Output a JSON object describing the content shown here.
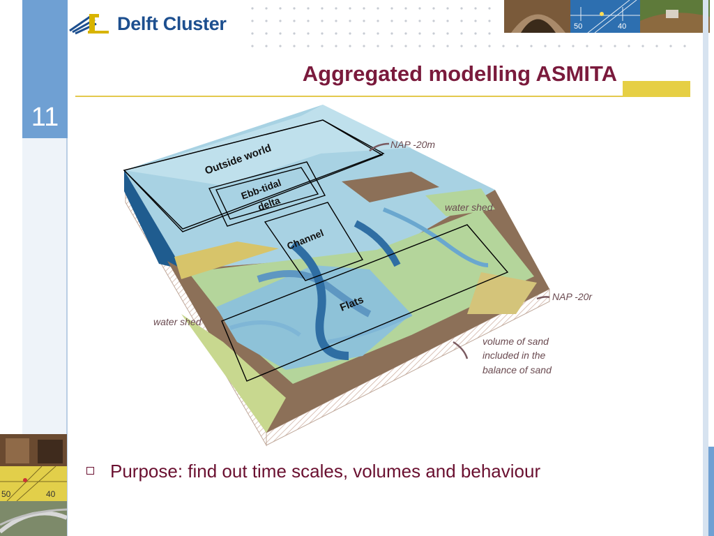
{
  "slide": {
    "number": "11"
  },
  "logo": {
    "text": "Delft Cluster"
  },
  "title": "Aggregated modelling ASMITA",
  "top_photo": {
    "labels": [
      "50",
      "40"
    ]
  },
  "side_photo": {
    "labels": [
      "50",
      "40"
    ]
  },
  "diagram": {
    "box_labels": {
      "outside_world": "Outside world",
      "ebb_tidal_line1": "Ebb-tidal",
      "ebb_tidal_line2": "delta",
      "channel": "Channel",
      "flats": "Flats"
    },
    "annotations": {
      "nap_top": "NAP -20m",
      "water_shed_right": "water shed",
      "nap_right": "NAP -20r",
      "water_shed_left": "water shed",
      "sand_line1": "volume of sand",
      "sand_line2": "included in the",
      "sand_line3": "balance of sand"
    }
  },
  "bullet": {
    "text": "Purpose: find out time scales, volumes and behaviour"
  },
  "colors": {
    "accent_blue": "#6fa0d3",
    "title": "#7a1a3c",
    "gold": "#e6cf44",
    "logo": "#1d4f8f"
  }
}
